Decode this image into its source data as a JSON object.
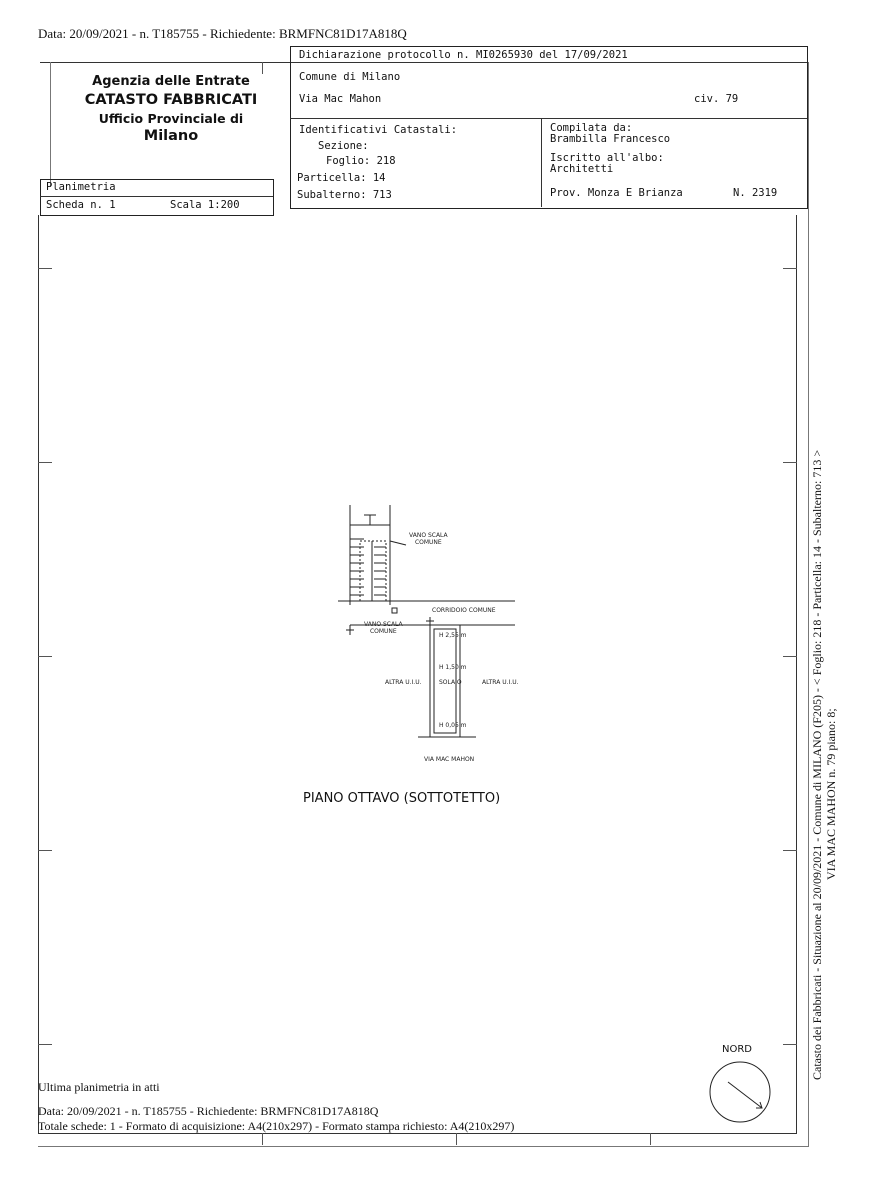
{
  "top_stamp": "Data: 20/09/2021 - n. T185755 - Richiedente: BRMFNC81D17A818Q",
  "agency": {
    "line1": "Agenzia delle Entrate",
    "line2": "CATASTO FABBRICATI",
    "line3": "Ufficio Provinciale di",
    "line4": "Milano"
  },
  "header": {
    "declaration": "Dichiarazione protocollo n. MI0265930 del  17/09/2021",
    "comune": "Comune di Milano",
    "via": "Via Mac Mahon",
    "civ": "civ. 79",
    "ident_title": "Identificativi Catastali:",
    "sezione": "Sezione:",
    "foglio": "Foglio: 218",
    "particella": "Particella: 14",
    "subalterno": "Subalterno: 713",
    "compilata_label": "Compilata da:",
    "compilata_name": "Brambilla Francesco",
    "iscritto_label": "Iscritto all'albo:",
    "iscritto_value": "Architetti",
    "prov": "Prov. Monza E Brianza",
    "num": "N. 2319"
  },
  "planimetria": {
    "label": "Planimetria",
    "scheda": "Scheda n. 1",
    "scala": "Scala 1:200"
  },
  "plan": {
    "vano_scala_comune_1": "VANO SCALA\nCOMUNE",
    "vano_scala_comune_2": "VANO SCALA\nCOMUNE",
    "corridoio": "CORRIDOIO COMUNE",
    "h1": "H 2,55 m",
    "h2": "H 1,50 m",
    "h3": "H 0,05 m",
    "solaio": "SOLAIO",
    "altra_left": "ALTRA U.I.U.",
    "altra_right": "ALTRA U.I.U.",
    "street": "VIA MAC MAHON",
    "floor_title": "PIANO OTTAVO (SOTTOTETTO)",
    "nord": "NORD"
  },
  "side_text": {
    "line1": "Catasto dei Fabbricati - Situazione al 20/09/2021 - Comune di MILANO (F205) - < Foglio: 218 - Particella: 14 - Subalterno: 713 >",
    "line2": "VIA MAC MAHON n. 79 piano: 8;"
  },
  "footer": {
    "ultima": "Ultima planimetria in atti",
    "data": "Data: 20/09/2021 - n. T185755 - Richiedente: BRMFNC81D17A818Q",
    "totale": "Totale schede: 1 - Formato di acquisizione: A4(210x297)  - Formato stampa richiesto: A4(210x297)"
  }
}
